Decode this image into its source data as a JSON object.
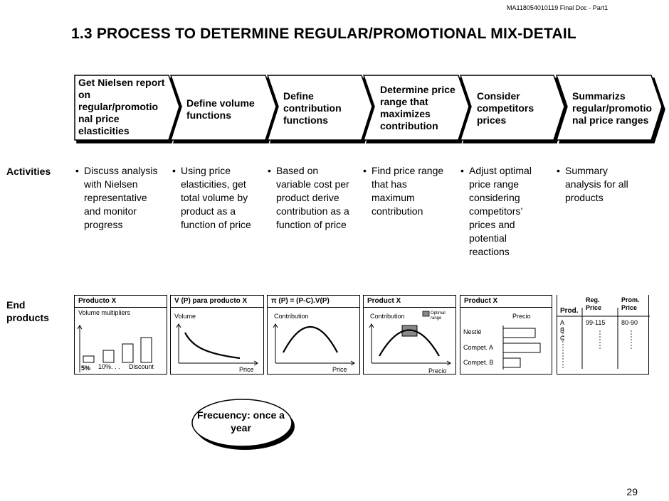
{
  "header": {
    "doc_id": "MA118054010119 Final Doc - Part1",
    "title": "1.3 PROCESS TO DETERMINE REGULAR/PROMOTIONAL MIX-DETAIL",
    "page_number": "29"
  },
  "steps": [
    {
      "label": "Get Nielsen report on regular/promotio nal price elasticities"
    },
    {
      "label": "Define volume functions"
    },
    {
      "label": "Define contribution functions"
    },
    {
      "label": "Determine price range that maximizes contribution"
    },
    {
      "label": "Consider competitors prices"
    },
    {
      "label": "Summarizs regular/promotio nal price ranges"
    }
  ],
  "rows": {
    "activities": "Activities",
    "end_products": "End products"
  },
  "activities": [
    "Discuss analysis with Nielsen representative and monitor progress",
    "Using price elasticities, get total volume by product as a function of price",
    "Based on variable cost per product derive contribution as a function of price",
    "Find price range that has maximum contribution",
    "Adjust optimal price range considering competitors’ prices and potential reactions",
    "Summary analysis for all products"
  ],
  "panels": {
    "p1": {
      "title": "Producto X",
      "subtitle": "Volume multipliers",
      "label_5": "5%",
      "label_10": "10%. . .",
      "label_discount": "Discount"
    },
    "p2": {
      "title": "V (P) para producto X",
      "ylabel": "Volume",
      "xlabel": "Price"
    },
    "p3": {
      "title": "π (P) = (P-C).V(P)",
      "ylabel": "Contribution",
      "xlabel": "Price"
    },
    "p4": {
      "title": "Product X",
      "ylabel": "Contribution",
      "xlabel": "Precio",
      "legend": "Optimal range"
    },
    "p5": {
      "title": "Product X",
      "xlabel": "Precio",
      "row1": "Nestlé",
      "row2": "Compet. A",
      "row3": "Compet. B"
    },
    "p6": {
      "col_prod": "Prod.",
      "col_reg": "Reg. Price",
      "col_prom": "Prom. Price",
      "row_a": "A",
      "row_b": "B",
      "row_c": "C",
      "reg_value": "99-115",
      "prom_value": "80-90"
    }
  },
  "frequency": "Frecuency: once a year"
}
